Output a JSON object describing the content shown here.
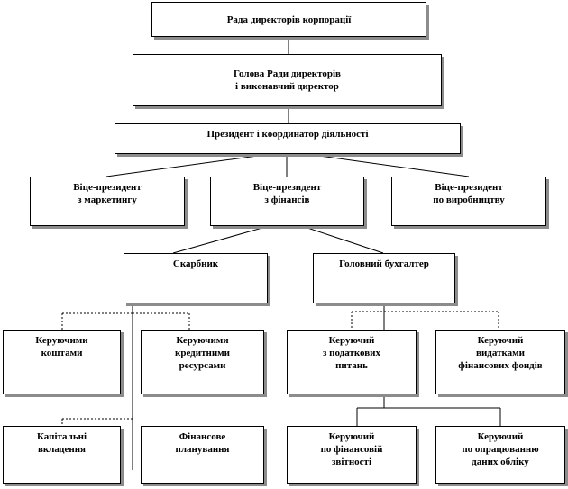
{
  "nodes": {
    "board": {
      "lines": [
        "Рада директорів корпорації"
      ]
    },
    "chairman": {
      "lines": [
        "Голова Ради директорів",
        "і виконавчий директор"
      ]
    },
    "president": {
      "lines": [
        "Президент і координатор діяльності"
      ]
    },
    "vp_marketing": {
      "lines": [
        "Віце-президент",
        "з маркетингу"
      ]
    },
    "vp_finance": {
      "lines": [
        "Віце-президент",
        "з фінансів"
      ]
    },
    "vp_production": {
      "lines": [
        "Віце-президент",
        "по виробництву"
      ]
    },
    "treasurer": {
      "lines": [
        "Скарбник"
      ]
    },
    "chief_accountant": {
      "lines": [
        "Головний  бухгалтер"
      ]
    },
    "cash_manager": {
      "lines": [
        "Керуючими",
        "коштами"
      ]
    },
    "credit_manager": {
      "lines": [
        "Керуючими",
        "кредитними",
        "ресурсами"
      ]
    },
    "tax_manager": {
      "lines": [
        "Керуючий",
        "з податкових",
        "питань"
      ]
    },
    "expense_manager": {
      "lines": [
        "Керуючий",
        "видатками",
        "фінансових  фондів"
      ]
    },
    "capital_investment": {
      "lines": [
        "Капітальні",
        "вкладення"
      ]
    },
    "financial_planning": {
      "lines": [
        "Фінансове",
        "планування"
      ]
    },
    "financial_reporting": {
      "lines": [
        "Керуючий",
        "по фінансовій",
        "звітності"
      ]
    },
    "data_processing": {
      "lines": [
        "Керуючий",
        "по опрацюванню",
        "даних обліку"
      ]
    }
  }
}
